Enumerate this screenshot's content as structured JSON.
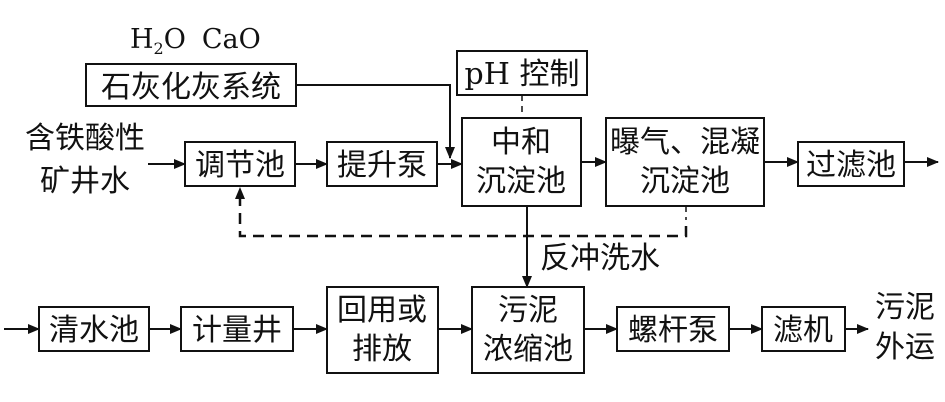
{
  "reagents": {
    "h2o": "H",
    "h2o_sub": "2",
    "h2o_tail": "O",
    "cao": "CaO"
  },
  "nodes": {
    "lime_system": "石灰化灰系统",
    "ph_control": "pH 控制",
    "input_line1": "含铁酸性",
    "input_line2": "矿井水",
    "regulating_tank": "调节池",
    "lift_pump": "提升泵",
    "neutral_line1": "中和",
    "neutral_line2": "沉淀池",
    "aeration_line1": "曝气、混凝",
    "aeration_line2": "沉淀池",
    "filter_tank": "过滤池",
    "backwash_water": "反冲洗水",
    "clear_water_tank": "清水池",
    "metering_well": "计量井",
    "reuse_line1": "回用或",
    "reuse_line2": "排放",
    "sludge_line1": "污泥",
    "sludge_line2": "浓缩池",
    "screw_pump": "螺杆泵",
    "filter_press": "滤机",
    "sludge_out_line1": "污泥",
    "sludge_out_line2": "外运"
  }
}
